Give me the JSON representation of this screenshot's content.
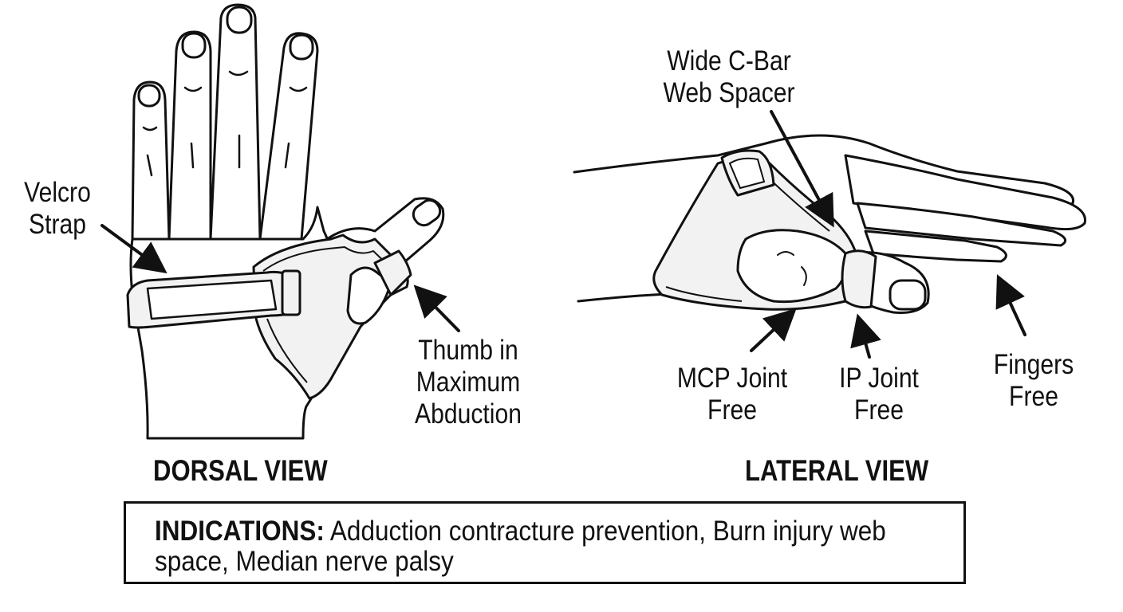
{
  "dorsal": {
    "title": "DORSAL VIEW",
    "labels": {
      "strap": [
        "Velcro",
        "Strap"
      ],
      "thumb": [
        "Thumb in",
        "Maximum",
        "Abduction"
      ]
    }
  },
  "lateral": {
    "title": "LATERAL VIEW",
    "labels": {
      "cbar": [
        "Wide C-Bar",
        "Web Spacer"
      ],
      "mcp": [
        "MCP Joint",
        "Free"
      ],
      "ip": [
        "IP Joint",
        "Free"
      ],
      "fingers": [
        "Fingers",
        "Free"
      ]
    }
  },
  "indications": {
    "heading": "INDICATIONS:",
    "text": " Adduction contracture prevention, Burn injury web space,  Median nerve palsy"
  },
  "colors": {
    "ink": "#111111",
    "splint_fill": "#f2f2f2",
    "background": "#ffffff"
  }
}
